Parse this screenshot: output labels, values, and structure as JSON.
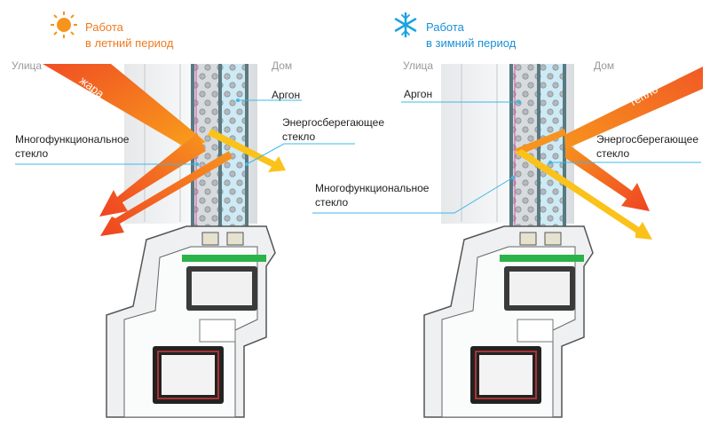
{
  "summer": {
    "title_line1": "Работа",
    "title_line2": "в летний период",
    "icon": "sun-icon",
    "color": "#f07a1f",
    "outside": "Улица",
    "inside": "Дом",
    "arrow_label": "жара",
    "argon": "Аргон",
    "energy_glass_line1": "Энергосберегающее",
    "energy_glass_line2": "стекло",
    "multi_glass_line1": "Многофункциональное",
    "multi_glass_line2": "стекло"
  },
  "winter": {
    "title_line1": "Работа",
    "title_line2": "в зимний период",
    "icon": "snowflake-icon",
    "color": "#1a8fd6",
    "outside": "Улица",
    "inside": "Дом",
    "arrow_label": "тепло",
    "argon": "Аргон",
    "energy_glass_line1": "Энергосберегающее",
    "energy_glass_line2": "стекло",
    "multi_glass_line1": "Многофункциональное",
    "multi_glass_line2": "стекло"
  },
  "colors": {
    "arrow_orange": "#f26a21",
    "arrow_yellow": "#fbc21a",
    "leader_line": "#3cb8e8"
  }
}
